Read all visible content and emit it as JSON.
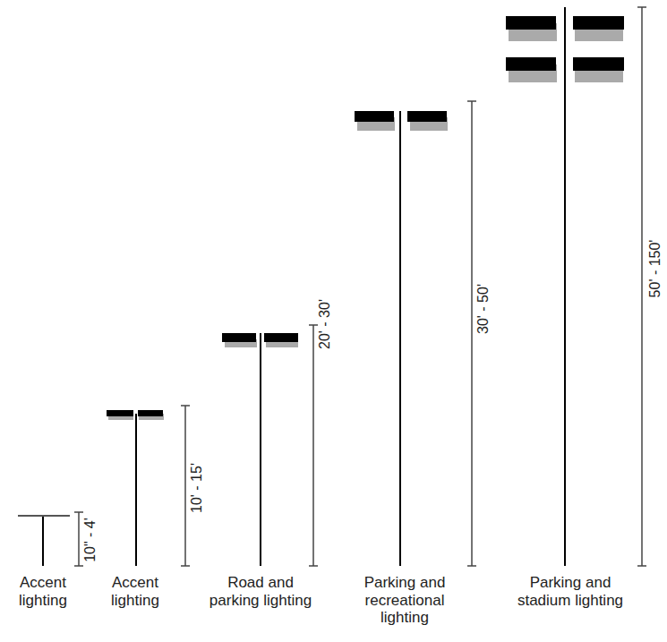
{
  "diagram": {
    "labels": [
      "Accent lighting",
      "10\" - 4'",
      "Accent lighting",
      "10' - 15'",
      "Road and parking lighting",
      "20' - 30'",
      "Parking and recreational lighting",
      "30' - 50'",
      "Parking and stadium lighting",
      "50' - 150'"
    ]
  }
}
